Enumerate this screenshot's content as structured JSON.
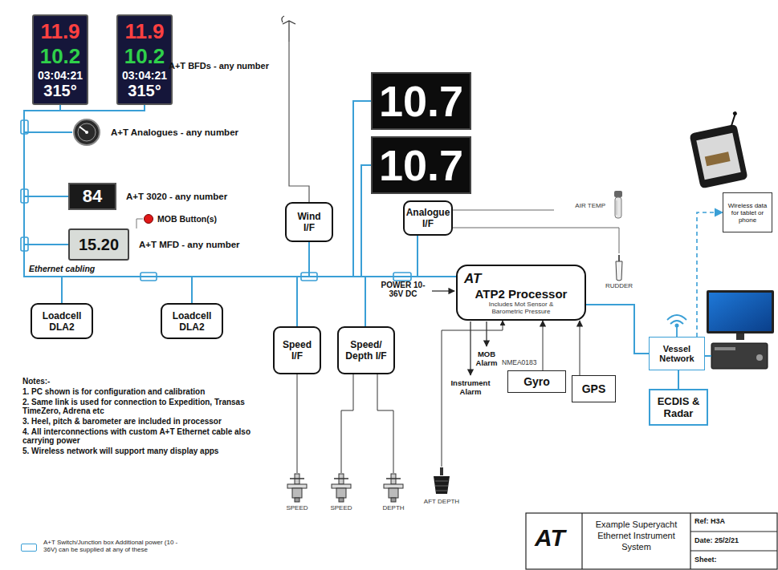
{
  "diagram": {
    "title": "Example Superyacht Ethernet Instrument System",
    "nodes": [
      {
        "text": [
          "11.9",
          "10.2",
          "03:04:21",
          "315°"
        ]
      },
      {
        "text": [
          "11.9",
          "10.2",
          "03:04:21",
          "315°"
        ]
      },
      {
        "text": [
          "A+T Analogues - any number"
        ]
      },
      {
        "text": [
          "84",
          "A+T 3020 - any number"
        ]
      },
      {
        "text": [
          "15.20",
          "A+T MFD - any number"
        ]
      },
      {
        "text": [
          "MOB Button(s)"
        ]
      },
      {
        "text": [
          "Loadcell DLA2"
        ]
      },
      {
        "text": [
          "Loadcell DLA2"
        ]
      },
      {
        "text": [
          "Wind I/F"
        ]
      },
      {
        "text": [
          "10.7"
        ]
      },
      {
        "text": [
          "10.7"
        ]
      },
      {
        "text": [
          "Analogue I/F"
        ]
      },
      {
        "text": [
          "AT",
          "ATP2 Processor",
          "Includes Mot Sensor & Barometric Pressure"
        ]
      },
      {
        "text": [
          "Speed I/F"
        ]
      },
      {
        "text": [
          "Speed/ Depth I/F"
        ]
      },
      {
        "text": [
          "Gyro"
        ]
      },
      {
        "text": [
          "GPS"
        ]
      },
      {
        "text": [
          "Vessel Network"
        ]
      },
      {
        "text": [
          "ECDIS & Radar"
        ]
      },
      {
        "text": [
          "SPEED"
        ]
      },
      {
        "text": [
          "SPEED"
        ]
      },
      {
        "text": [
          "DEPTH"
        ]
      },
      {
        "text": [
          "AFT DEPTH"
        ]
      },
      {
        "text": [
          "AIR TEMP"
        ]
      },
      {
        "text": [
          "RUDDER"
        ]
      },
      {
        "text": [
          "Wireless data for tablet or phone"
        ]
      }
    ],
    "edges": [
      {
        "from": 0,
        "to": 12,
        "arrow": "none"
      },
      {
        "from": 1,
        "to": 12,
        "arrow": "none"
      },
      {
        "from": 2,
        "to": 12,
        "arrow": "none"
      },
      {
        "from": 3,
        "to": 12,
        "arrow": "none"
      },
      {
        "from": 4,
        "to": 12,
        "arrow": "none"
      },
      {
        "from": 5,
        "to": 4,
        "arrow": "none"
      },
      {
        "from": 6,
        "to": 12,
        "arrow": "none"
      },
      {
        "from": 7,
        "to": 12,
        "arrow": "none"
      },
      {
        "from": 8,
        "to": 12,
        "arrow": "none"
      },
      {
        "from": 9,
        "to": 12,
        "arrow": "none"
      },
      {
        "from": 10,
        "to": 12,
        "arrow": "none"
      },
      {
        "from": 11,
        "to": 12,
        "arrow": "none"
      },
      {
        "from": 13,
        "to": 12,
        "arrow": "none"
      },
      {
        "from": 14,
        "to": 12,
        "arrow": "none"
      },
      {
        "from": 19,
        "to": 13,
        "arrow": "none"
      },
      {
        "from": 20,
        "to": 14,
        "arrow": "none"
      },
      {
        "from": 21,
        "to": 14,
        "arrow": "none"
      },
      {
        "from": 22,
        "to": 12,
        "arrow": "to"
      },
      {
        "from": 23,
        "to": 11,
        "arrow": "none"
      },
      {
        "from": 24,
        "to": 11,
        "arrow": "none"
      },
      {
        "from": 15,
        "to": 12,
        "arrow": "to"
      },
      {
        "from": 16,
        "to": 12,
        "arrow": "to"
      },
      {
        "from": 12,
        "to": 17,
        "arrow": "none"
      },
      {
        "from": 17,
        "to": 18,
        "arrow": "none"
      },
      {
        "from": 17,
        "to": 25,
        "arrow": "to"
      }
    ],
    "labels": [
      "A+T BFDs - any number",
      "Ethernet cabling",
      "POWER 10-36V DC",
      "MOB Alarm",
      "Instrument Alarm",
      "NMEA0183",
      "Notes:-",
      "1. PC shown is for configuration and calibration",
      "2. Same link is used for connection to Expedition, Transas TimeZero, Adrena etc",
      "3. Heel, pitch & barometer are included in processor",
      "4. All interconnections with custom A+T Ethernet cable also carrying power",
      "5. Wireless network will support many display apps",
      "AT",
      "Ref: H3A",
      "Date: 25/2/21",
      "Sheet:"
    ],
    "legend": [
      {
        "text": "A+T Switch/Junction box Additional power (10 - 36V) can be supplied at any of these"
      }
    ]
  }
}
